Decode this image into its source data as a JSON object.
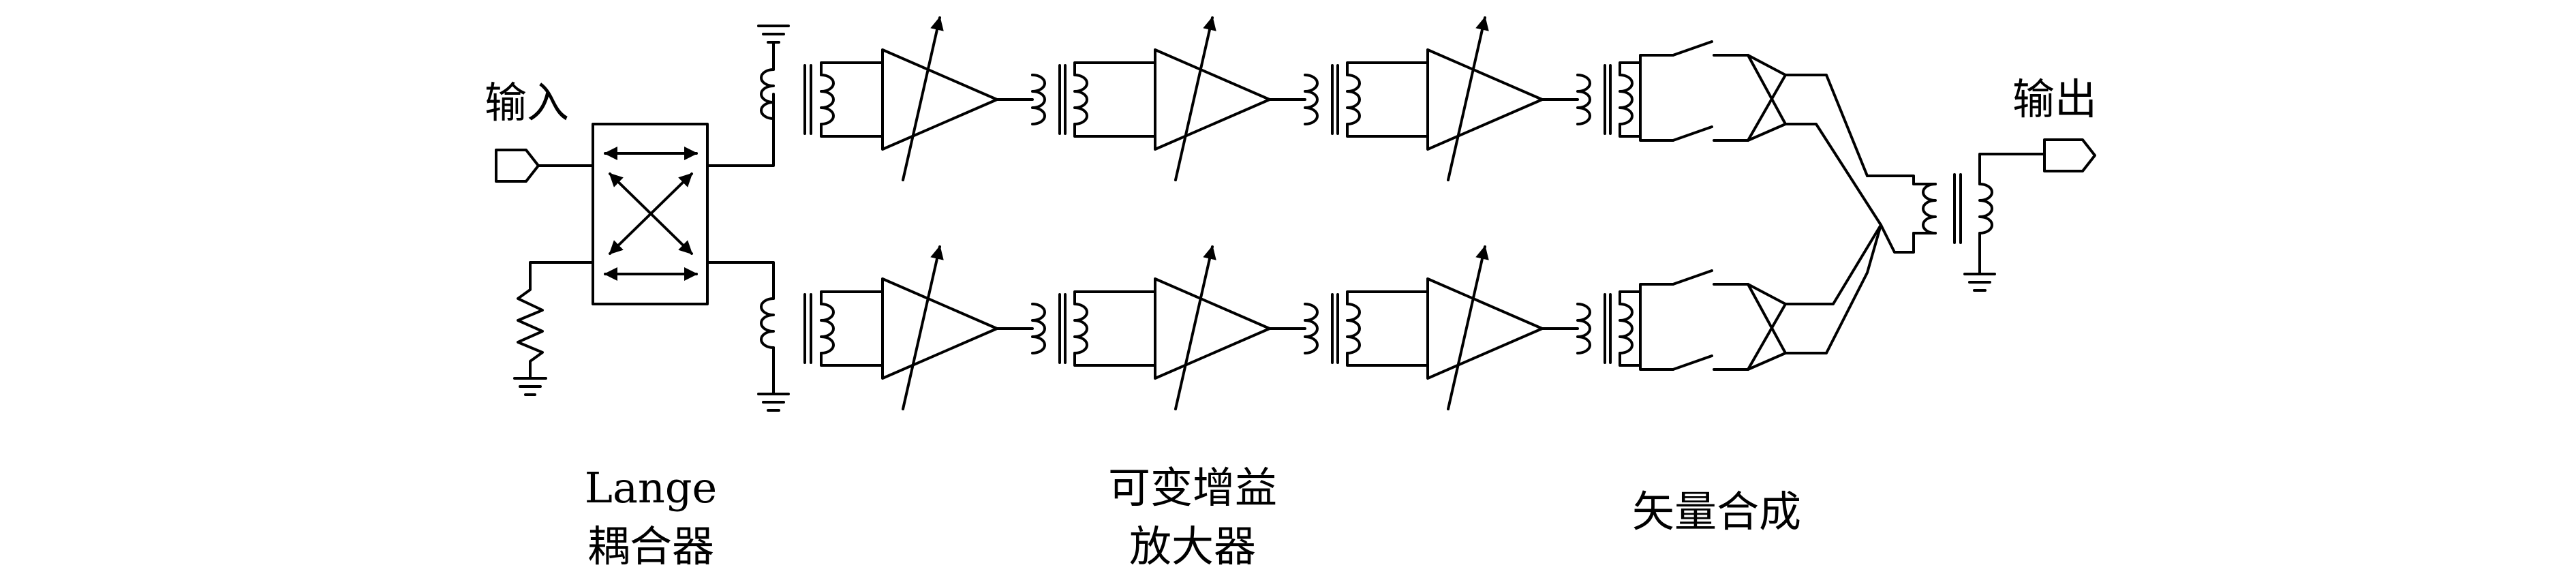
{
  "labels": {
    "input": "输入",
    "output": "输出",
    "coupler_line1": "Lange",
    "coupler_line2": "耦合器",
    "vga_line1": "可变增益",
    "vga_line2": "放大器",
    "vector_sum": "矢量合成"
  }
}
